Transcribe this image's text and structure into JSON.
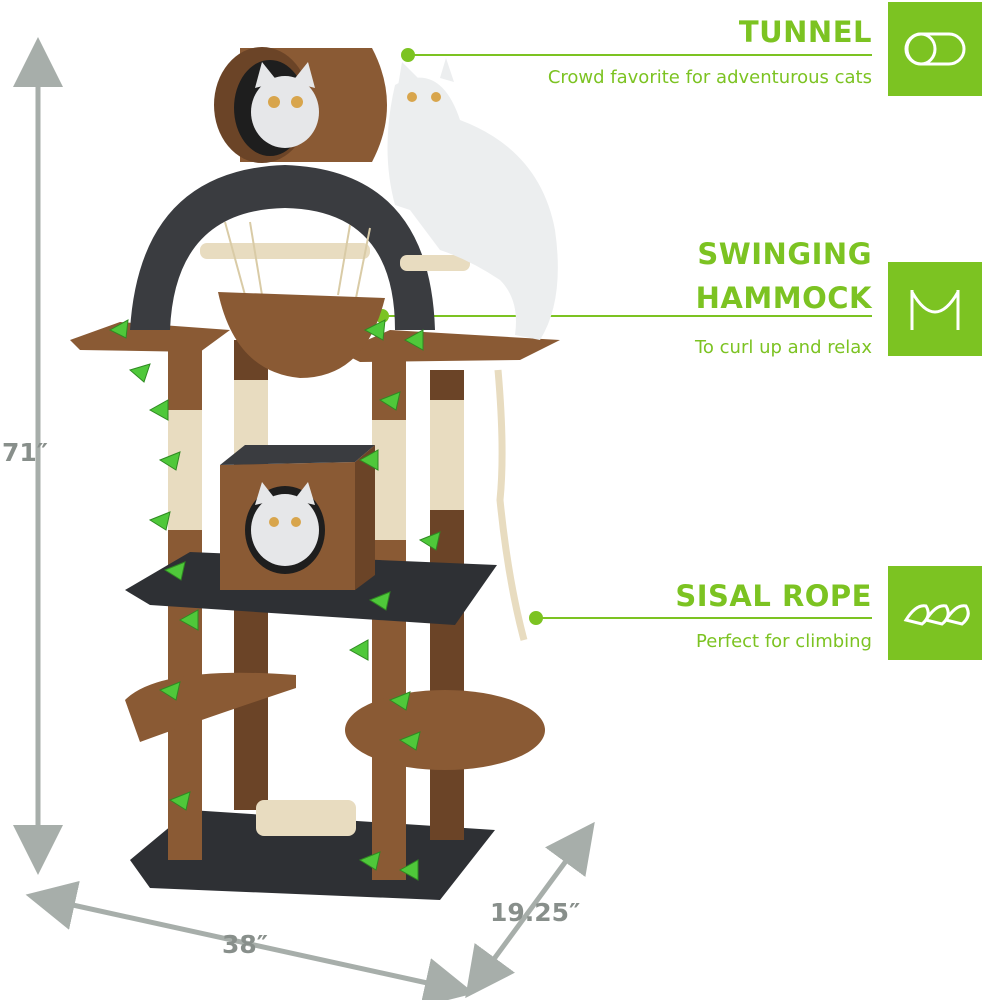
{
  "dimensions": {
    "height": "71″",
    "width": "38″",
    "depth": "19.25″"
  },
  "features": [
    {
      "title": "TUNNEL",
      "description": "Crowd favorite for adventurous cats",
      "icon": "tunnel-icon"
    },
    {
      "title": "SWINGING HAMMOCK",
      "title_line1": "SWINGING",
      "title_line2": "HAMMOCK",
      "description": "To curl up and relax",
      "icon": "hammock-icon"
    },
    {
      "title": "SISAL ROPE",
      "description": "Perfect for climbing",
      "icon": "rope-icon"
    }
  ],
  "colors": {
    "accent": "#7cc322",
    "dimension_gray": "#888f8b",
    "plush_brown": "#8a5a34",
    "plush_dark": "#3a3c40",
    "sisal": "#e8dcc0",
    "leaf_green": "#4fc83a"
  }
}
